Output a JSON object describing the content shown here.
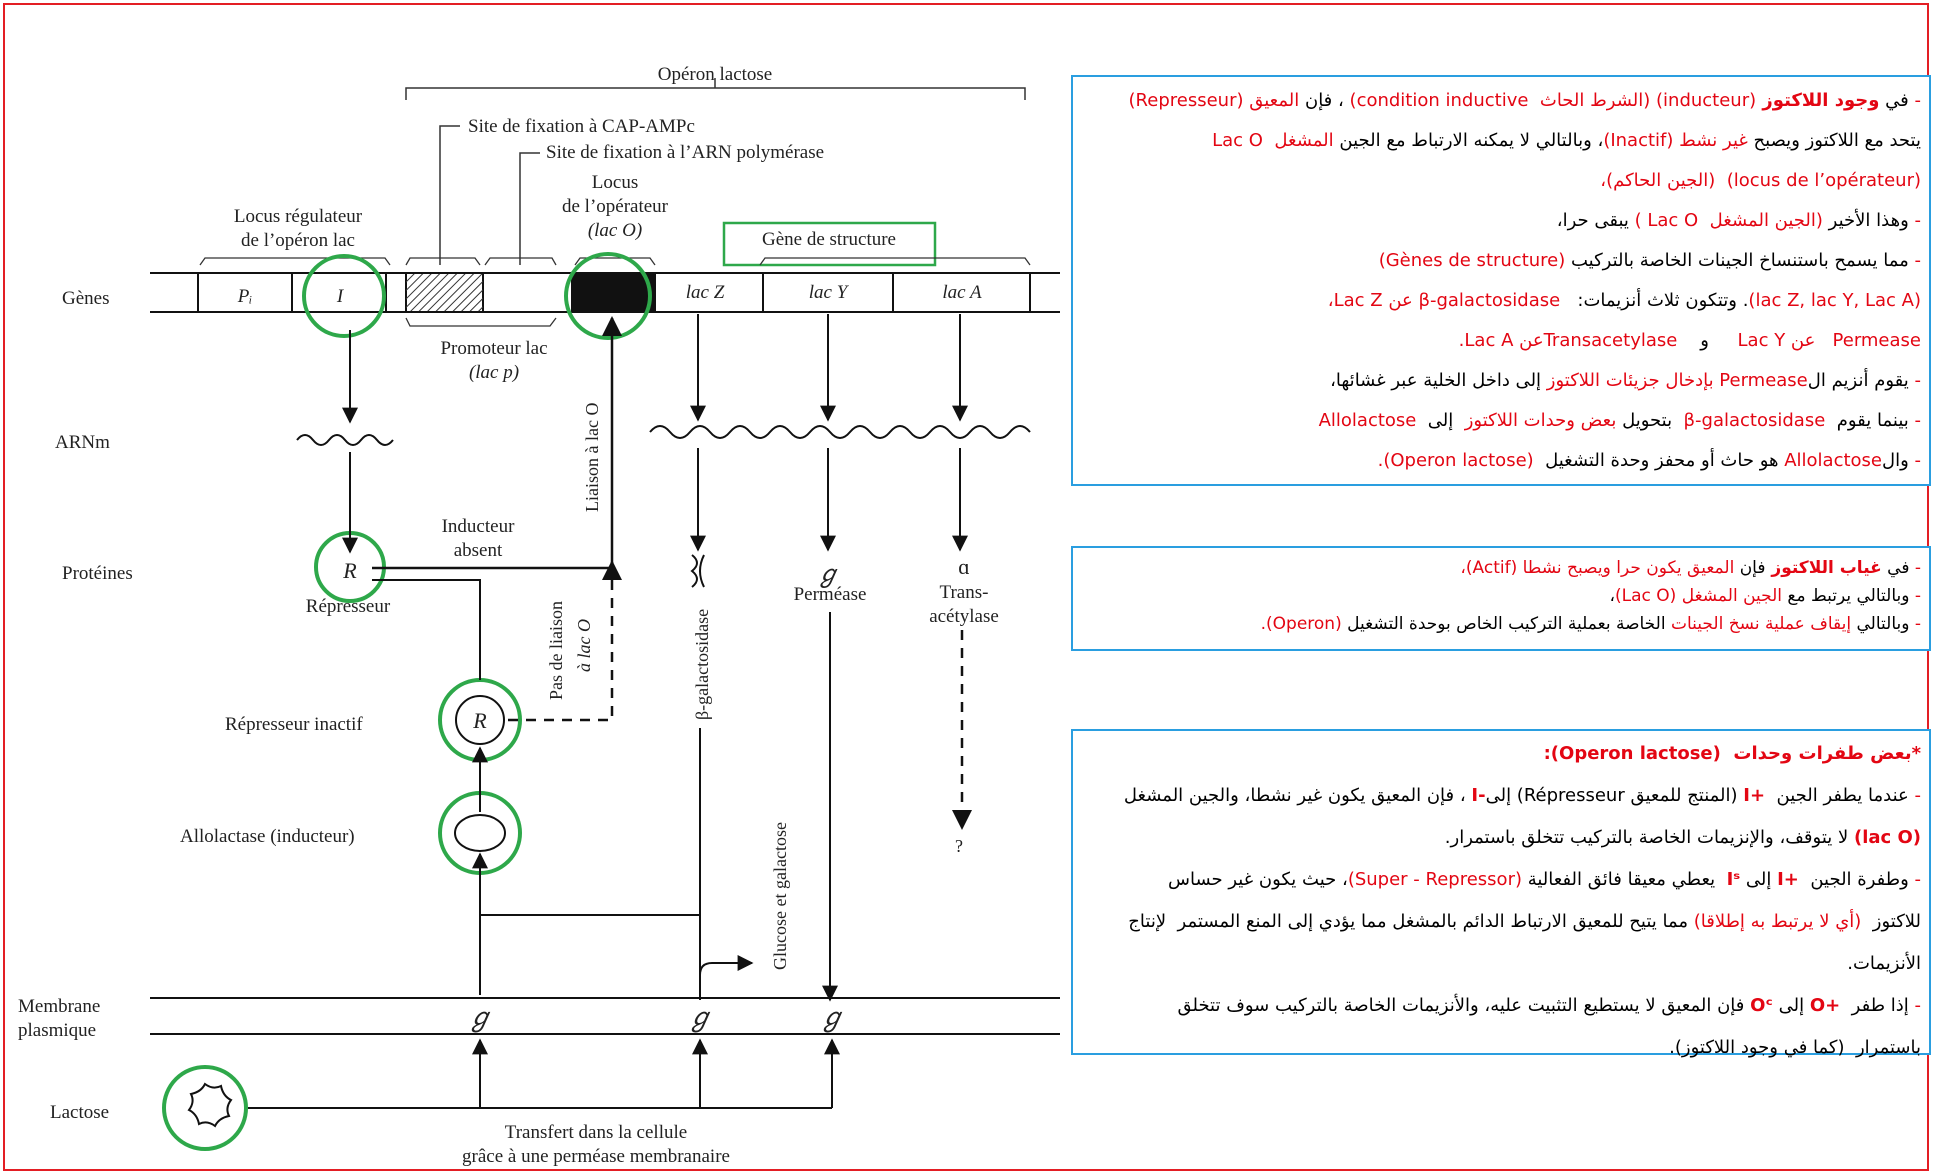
{
  "diagram": {
    "operon_title": "Opéron lactose",
    "cap_site": "Site de fixation à CAP-AMPc",
    "rna_pol_site": "Site de fixation à l’ARN polymérase",
    "locus_operateur_1": "Locus",
    "locus_operateur_2": "de l’opérateur",
    "locus_operateur_3": "(lac O)",
    "gene_structure": "Gène de structure",
    "locus_regulateur_1": "Locus régulateur",
    "locus_regulateur_2": "de l’opéron lac",
    "row_genes": "Gènes",
    "row_arnm": "ARNm",
    "row_proteines": "Protéines",
    "row_membrane_1": "Membrane",
    "row_membrane_2": "plasmique",
    "row_lactose": "Lactose",
    "gene_pi": "Pᵢ",
    "gene_i": "I",
    "gene_lacz": "lac Z",
    "gene_lacy": "lac Y",
    "gene_laca": "lac A",
    "promoteur_1": "Promoteur lac",
    "promoteur_2": "(lac p)",
    "liaison_lac_o": "Liaison à lac O",
    "inducteur_absent_1": "Inducteur",
    "inducteur_absent_2": "absent",
    "pas_liaison_1": "Pas de liaison",
    "pas_liaison_2": "à lac O",
    "repressor_symbol": "R",
    "represseur": "Répresseur",
    "represseur_inactif": "Répresseur inactif",
    "allolactase": "Allolactase (inducteur)",
    "b_galactosidase": "β-galactosidase",
    "permease": "Perméase",
    "transacetylase_1": "Trans-",
    "transacetylase_2": "acétylase",
    "glucose_galactose": "Glucose et galactose",
    "question": "?",
    "permease_symbol": "ℊ",
    "transfert_1": "Transfert dans la cellule",
    "transfert_2": "grâce à une perméase membranaire"
  },
  "colors": {
    "frame_red": "#e31e24",
    "circle_green": "#2ea84a",
    "panel_blue": "#2a9ee0",
    "text_red": "#e30613"
  },
  "panel1": [
    [
      [
        "-",
        "r"
      ],
      [
        " في ",
        ""
      ],
      [
        "وجود اللاكتوز ",
        "r b"
      ],
      [
        "(inducteur) ",
        "r"
      ],
      [
        "(الشرط الحاث  condition inductive) ",
        "r"
      ],
      [
        "، فإن ",
        ""
      ],
      [
        "المعيق ",
        "r"
      ],
      [
        "(Represseur)",
        "r"
      ]
    ],
    [
      [
        "يتحد مع اللاكتوز ويصبح ",
        ""
      ],
      [
        "غير نشط ",
        "r"
      ],
      [
        "(Inactif)",
        "r"
      ],
      [
        "، وبالتالي لا يمكنه الارتباط مع الجين ",
        ""
      ],
      [
        "المشغل  Lac O",
        "r"
      ]
    ],
    [
      [
        "(locus de l’opérateur)  (الجين الحاكم)،",
        "r"
      ]
    ],
    [
      [
        "-",
        "r"
      ],
      [
        " وهذا الأخير ",
        ""
      ],
      [
        "(الجين المشغل  Lac O ) ",
        "r"
      ],
      [
        "يبقى حرا،",
        ""
      ]
    ],
    [
      [
        "-",
        "r"
      ],
      [
        " مما يسمح باستنساخ الجينات الخاصة بالتركيب ",
        ""
      ],
      [
        "(Gènes de structure)",
        "r"
      ]
    ],
    [
      [
        "(lac Z, lac Y, Lac A)",
        "r"
      ],
      [
        ". وتتكون ثلاث أنزيمات:   ",
        ""
      ],
      [
        "β-galactosidase عن Lac Z،",
        "r"
      ]
    ],
    [
      [
        "Permease   عن Lac Y",
        "r"
      ],
      [
        "     و    ",
        ""
      ],
      [
        "Transacetylaseعن Lac A.",
        "r"
      ]
    ],
    [
      [
        "-",
        "r"
      ],
      [
        " يقوم أنزيم ال",
        ""
      ],
      [
        "Permease",
        "r"
      ],
      [
        " بإدخال جزيئات اللاكتوز ",
        "r"
      ],
      [
        "إلى داخل الخلية عبر غشائها،",
        ""
      ]
    ],
    [
      [
        "-",
        "r"
      ],
      [
        " بينما يقوم  ",
        ""
      ],
      [
        "β-galactosidase ",
        "r"
      ],
      [
        " بتحويل ",
        ""
      ],
      [
        "بعض وحدات اللاكتوز ",
        "r"
      ],
      [
        " إلى  ",
        ""
      ],
      [
        "Allolactose",
        "r"
      ]
    ],
    [
      [
        "-",
        "r"
      ],
      [
        " وال",
        ""
      ],
      [
        "Allolactose",
        "r"
      ],
      [
        " هو حاث أو محفز وحدة التشغيل  ",
        ""
      ],
      [
        "(Operon lactose).",
        "r"
      ]
    ]
  ],
  "panel2": [
    [
      [
        "-",
        "r"
      ],
      [
        " في ",
        ""
      ],
      [
        "غياب اللاكتوز ",
        "r b"
      ],
      [
        "فإن ",
        ""
      ],
      [
        "المعيق يكون حرا ويصبح نشطا (Actif)،",
        "r"
      ]
    ],
    [
      [
        "-",
        "r"
      ],
      [
        " وبالتالي يرتبط مع ",
        ""
      ],
      [
        "الجين المشغل (Lac O)",
        "r"
      ],
      [
        "،",
        ""
      ]
    ],
    [
      [
        "-",
        "r"
      ],
      [
        " وبالتالي ",
        ""
      ],
      [
        "إيقاف عملية نسخ الجينات ",
        "r"
      ],
      [
        "الخاصة بعملية التركيب الخاص بوحدة التشغيل ",
        ""
      ],
      [
        "(Operon).",
        "r"
      ]
    ]
  ],
  "panel3": [
    [
      [
        "*بعض طفرات وحدات  ",
        "r b"
      ],
      [
        "(Operon lactose)",
        "r b"
      ],
      [
        ":",
        "r b"
      ]
    ],
    [
      [
        "-",
        "r"
      ],
      [
        " عندما يطفر الجين  ",
        ""
      ],
      [
        "+I",
        "r b"
      ],
      [
        " (المنتج للمعيق Répresseur) إلى",
        ""
      ],
      [
        "-I",
        "r b"
      ],
      [
        " ، فإن المعيق يكون غير نشطا، والجين المشغل",
        ""
      ]
    ],
    [
      [
        "(lac O)",
        "r b"
      ],
      [
        " لا يتوقف، والإنزيمات الخاصة بالتركيب تتخلق باستمرار.",
        ""
      ]
    ],
    [
      [
        "-",
        "r"
      ],
      [
        " وطفرة الجين  ",
        ""
      ],
      [
        "+I",
        "r b"
      ],
      [
        " إلى ",
        ""
      ],
      [
        "Iˢ",
        "r b"
      ],
      [
        "  يعطي معيقا فائق الفعالية ",
        ""
      ],
      [
        "(Super - Repressor)",
        "r"
      ],
      [
        "، حيث يكون غير حساس",
        ""
      ]
    ],
    [
      [
        "للاكتوز  ",
        ""
      ],
      [
        "(أي لا يرتبط به إطلاقا)",
        "r"
      ],
      [
        " مما يتيح للمعيق الارتباط الدائم بالمشغل مما يؤدي إلى المنع المستمر  لإنتاج",
        ""
      ]
    ],
    [
      [
        "الأنزيمات.",
        ""
      ]
    ],
    [
      [
        "-",
        "r"
      ],
      [
        " إذا طفر  ",
        ""
      ],
      [
        "+O",
        "r b"
      ],
      [
        " إلى ",
        ""
      ],
      [
        "Oᶜ",
        "r b"
      ],
      [
        " فإن المعيق لا يستطيع التثبيت عليه، والأنزيمات الخاصة بالتركيب سوف تتخلق",
        ""
      ]
    ],
    [
      [
        "باستمرار  (كما في وجود اللاكتوز).",
        ""
      ]
    ]
  ]
}
